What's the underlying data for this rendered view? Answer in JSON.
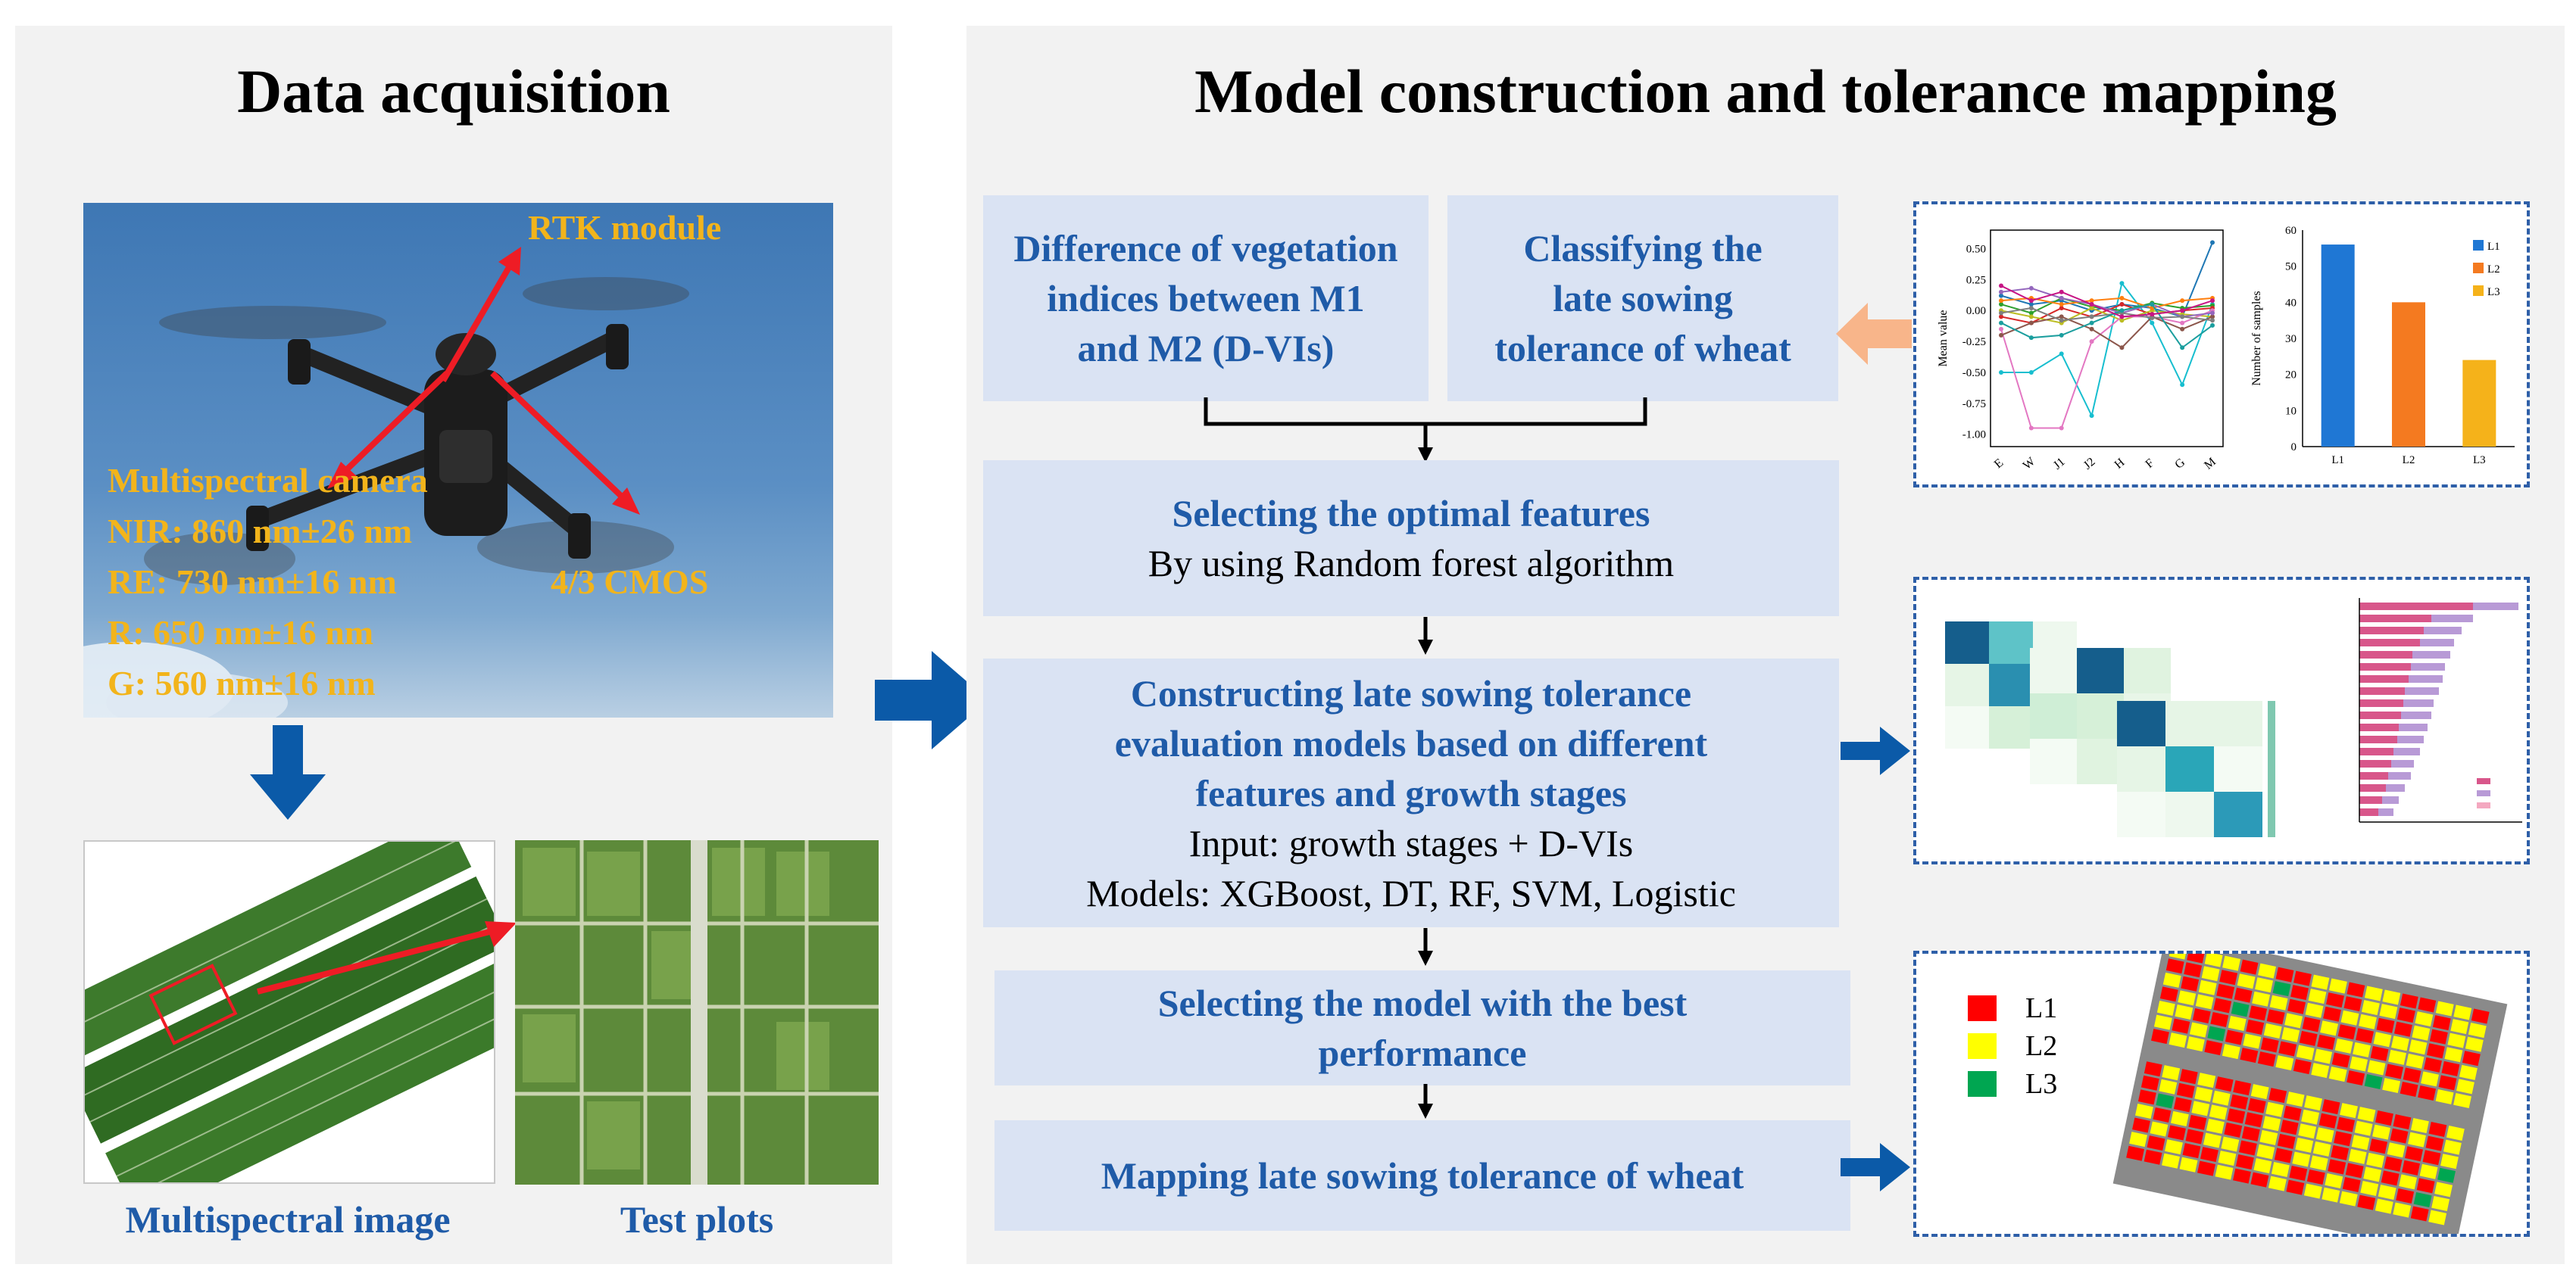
{
  "left_panel": {
    "title": "Data acquisition",
    "drone_labels": {
      "rtk": "RTK module",
      "camera": "Multispectral camera",
      "nir": "NIR: 860 nm±26 nm",
      "re": "RE: 730 nm±16 nm",
      "r": "R: 650 nm±16 nm",
      "g": "G: 560 nm±16 nm",
      "cmos": "4/3 CMOS"
    },
    "caption_multispectral": "Multispectral image",
    "caption_test_plots": "Test plots"
  },
  "right_panel": {
    "title": "Model construction and tolerance mapping",
    "box_dvis": "Difference of vegetation indices between M1 and M2 (D-VIs)",
    "box_classifying": "Classifying the late sowing tolerance of wheat",
    "box_selecting_title": "Selecting the optimal features",
    "box_selecting_sub": "By using Random forest algorithm",
    "box_constructing_title": "Constructing late sowing tolerance evaluation models based on different features and growth stages",
    "box_constructing_input": "Input: growth stages + D-VIs",
    "box_constructing_models": "Models:  XGBoost, DT, RF, SVM, Logistic",
    "box_best_model": "Selecting the model with the best performance",
    "box_mapping": "Mapping late sowing tolerance of wheat"
  },
  "colors": {
    "L1": "#ff0000",
    "L2": "#ffff00",
    "L3": "#00a651",
    "arrow_blue": "#0b5aa8",
    "arrow_orange": "#f8b58a"
  },
  "map_legend": [
    "L1",
    "L2",
    "L3"
  ],
  "chart_data": [
    {
      "type": "line",
      "categories": [
        "E",
        "W",
        "J1",
        "J2",
        "H",
        "F",
        "G",
        "M"
      ],
      "ylabel": "Mean value",
      "yticks": [
        "0.50",
        "0.25",
        "0.00",
        "-0.25",
        "-0.50",
        "-0.75",
        "-1.00"
      ],
      "ylim": [
        -1.1,
        0.65
      ]
    },
    {
      "type": "bar",
      "categories": [
        "L1",
        "L2",
        "L3"
      ],
      "values": [
        56,
        40,
        24
      ],
      "ylabel": "Number of samples",
      "yticks": [
        "0",
        "10",
        "20",
        "30",
        "40",
        "50",
        "60"
      ],
      "ylim": [
        0,
        60
      ],
      "legend": [
        "L1",
        "L2",
        "L3"
      ],
      "colors": [
        "#1f77d4",
        "#f47a20",
        "#f5b21a"
      ]
    }
  ]
}
